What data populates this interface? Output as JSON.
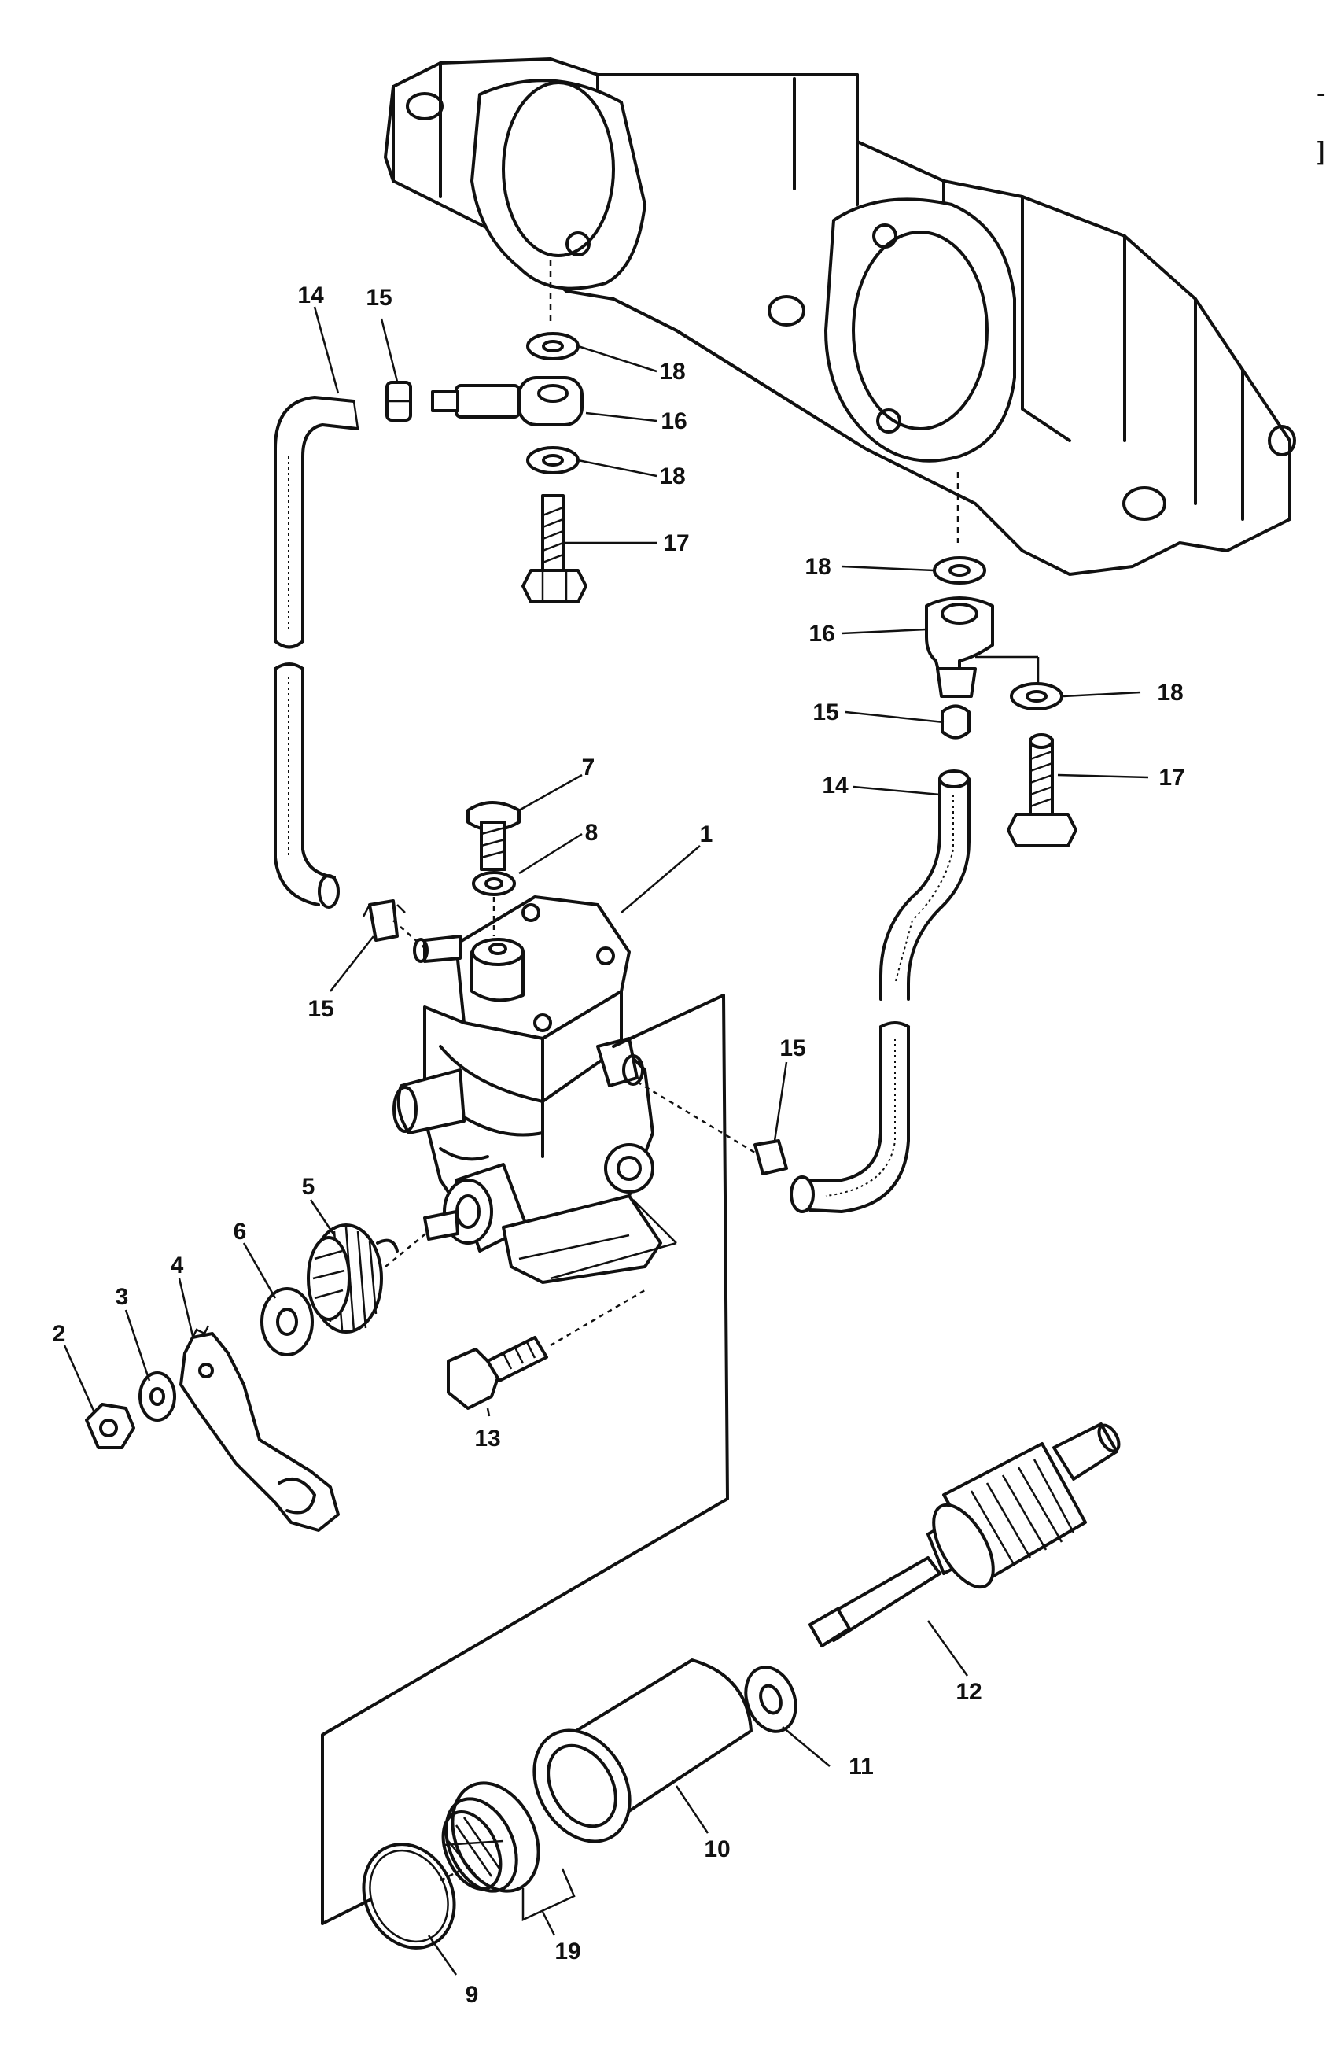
{
  "callouts": [
    {
      "id": "c1",
      "text": "1"
    },
    {
      "id": "c2",
      "text": "2"
    },
    {
      "id": "c3",
      "text": "3"
    },
    {
      "id": "c4",
      "text": "4"
    },
    {
      "id": "c5",
      "text": "5"
    },
    {
      "id": "c6",
      "text": "6"
    },
    {
      "id": "c7",
      "text": "7"
    },
    {
      "id": "c8",
      "text": "8"
    },
    {
      "id": "c9",
      "text": "9"
    },
    {
      "id": "c10",
      "text": "10"
    },
    {
      "id": "c11",
      "text": "11"
    },
    {
      "id": "c12",
      "text": "12"
    },
    {
      "id": "c13",
      "text": "13"
    },
    {
      "id": "c14a",
      "text": "14"
    },
    {
      "id": "c14b",
      "text": "14"
    },
    {
      "id": "c15a",
      "text": "15"
    },
    {
      "id": "c15b",
      "text": "15"
    },
    {
      "id": "c15c",
      "text": "15"
    },
    {
      "id": "c15d",
      "text": "15"
    },
    {
      "id": "c16a",
      "text": "16"
    },
    {
      "id": "c16b",
      "text": "16"
    },
    {
      "id": "c17a",
      "text": "17"
    },
    {
      "id": "c17b",
      "text": "17"
    },
    {
      "id": "c18a",
      "text": "18"
    },
    {
      "id": "c18b",
      "text": "18"
    },
    {
      "id": "c18c",
      "text": "18"
    },
    {
      "id": "c18d",
      "text": "18"
    },
    {
      "id": "c19",
      "text": "19"
    }
  ],
  "edge_marks": [
    "-",
    "]"
  ]
}
